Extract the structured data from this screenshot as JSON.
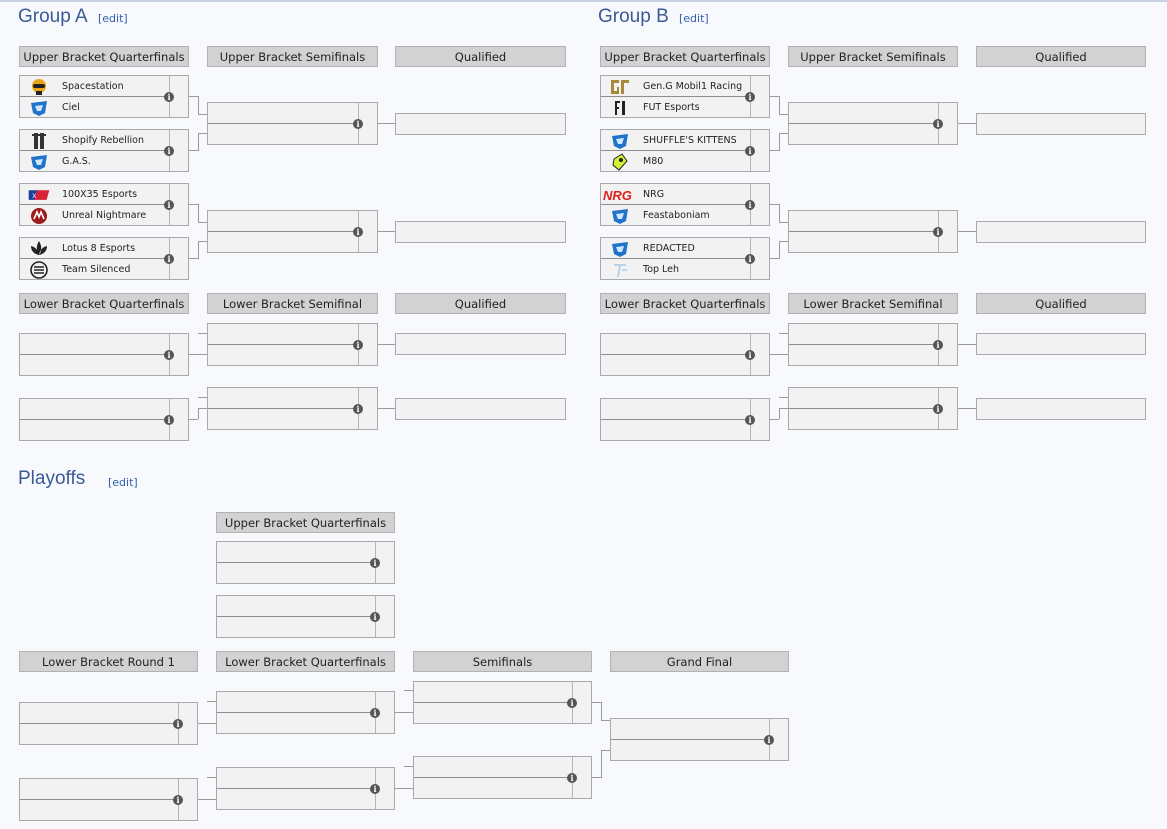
{
  "group_a": {
    "title": "Group A",
    "edit": "[edit]",
    "headers": {
      "ubqf": "Upper Bracket Quarterfinals",
      "ubsf": "Upper Bracket Semifinals",
      "qual": "Qualified",
      "lbqf": "Lower Bracket Quarterfinals",
      "lbsf": "Lower Bracket Semifinal",
      "qual2": "Qualified"
    },
    "matches": [
      {
        "team1": "Spacestation",
        "team1_logo": "spacestation-logo",
        "team2": "Ciel",
        "team2_logo": "rocket-league-logo"
      },
      {
        "team1": "Shopify Rebellion",
        "team1_logo": "shopify-rebellion-logo",
        "team2": "G.A.S.",
        "team2_logo": "rocket-league-logo"
      },
      {
        "team1": "100X35 Esports",
        "team1_logo": "100x35-logo",
        "team2": "Unreal Nightmare",
        "team2_logo": "unreal-nightmare-logo"
      },
      {
        "team1": "Lotus 8 Esports",
        "team1_logo": "lotus-8-logo",
        "team2": "Team Silenced",
        "team2_logo": "team-silenced-logo"
      }
    ]
  },
  "group_b": {
    "title": "Group B",
    "edit": "[edit]",
    "headers": {
      "ubqf": "Upper Bracket Quarterfinals",
      "ubsf": "Upper Bracket Semifinals",
      "qual": "Qualified",
      "lbqf": "Lower Bracket Quarterfinals",
      "lbsf": "Lower Bracket Semifinal",
      "qual2": "Qualified"
    },
    "matches": [
      {
        "team1": "Gen.G Mobil1 Racing",
        "team1_logo": "geng-logo",
        "team2": "FUT Esports",
        "team2_logo": "fut-logo"
      },
      {
        "team1": "SHUFFLE'S KITTENS",
        "team1_logo": "rocket-league-logo",
        "team2": "M80",
        "team2_logo": "m80-logo"
      },
      {
        "team1": "NRG",
        "team1_logo": "nrg-logo",
        "team2": "Feastaboniam",
        "team2_logo": "rocket-league-logo"
      },
      {
        "team1": "REDACTED",
        "team1_logo": "rocket-league-logo",
        "team2": "Top Leh",
        "team2_logo": "top-leh-logo"
      }
    ]
  },
  "playoffs": {
    "title": "Playoffs",
    "edit": "[edit]",
    "headers": {
      "ubqf": "Upper Bracket Quarterfinals",
      "lbr1": "Lower Bracket Round 1",
      "lbqf": "Lower Bracket Quarterfinals",
      "sf": "Semifinals",
      "gf": "Grand Final"
    }
  },
  "colors": {
    "title": "#3a5a95",
    "link": "#2f5fa8",
    "header_bg": "#d2d2d2",
    "match_bg": "#f2f2f2",
    "nrg_red": "#e0211d"
  }
}
